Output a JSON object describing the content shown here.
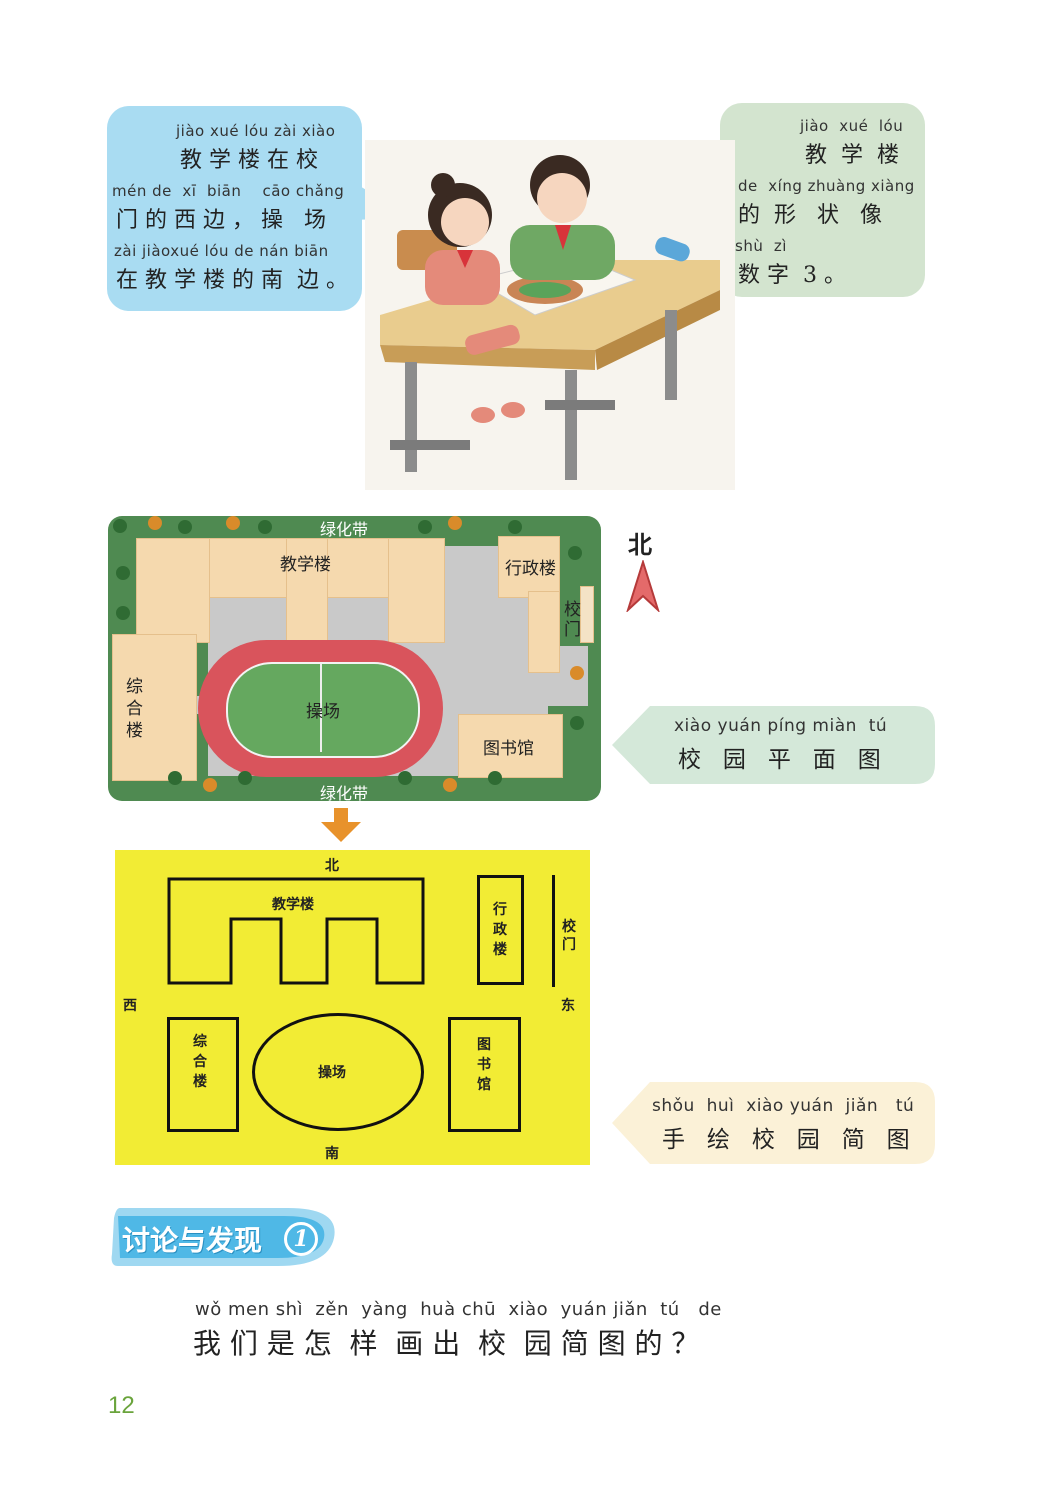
{
  "bubble_left": {
    "pinyin": [
      "jiào xué lóu zài xiào",
      "mén de  xī  biān    cāo chǎng",
      "zài jiàoxué lóu de nán biān"
    ],
    "text": [
      "教 学 楼 在 校",
      "门 的 西 边 ， 操   场",
      "在 教 学 楼 的 南  边 。"
    ]
  },
  "bubble_right": {
    "pinyin": [
      "jiào  xué  lóu",
      "de  xíng zhuàng xiàng",
      "shù  zì"
    ],
    "text": [
      "教  学  楼",
      "的  形   状   像",
      "数 字  3 。"
    ]
  },
  "map": {
    "green_top": "绿化带",
    "green_bottom": "绿化带",
    "teaching": "教学楼",
    "admin": "行政楼",
    "gate": "校\n门",
    "complex": "综\n合\n楼",
    "field": "操场",
    "library": "图书馆",
    "north": "北"
  },
  "label_plan": {
    "pinyin": "xiào yuán píng miàn  tú",
    "text": "校   园   平   面   图"
  },
  "sketch": {
    "north": "北",
    "south": "南",
    "west": "西",
    "east": "东",
    "teaching": "教学楼",
    "admin": "行\n政\n楼",
    "gate": "校\n门",
    "complex": "综\n合\n楼",
    "field": "操场",
    "library": "图\n书\n馆"
  },
  "label_sketch": {
    "pinyin": "shǒu  huì  xiào yuán  jiǎn   tú",
    "text": "手   绘   校   园   简   图"
  },
  "section_title": "讨论与发现",
  "section_number": "1",
  "question": {
    "pinyin": "wǒ men shì  zěn  yàng  huà chū  xiào  yuán jiǎn  tú   de",
    "text": "我 们 是 怎  样  画 出  校  园 简 图 的 ？"
  },
  "page_number": "12",
  "colors": {
    "page_number": "#6aa43c",
    "section_bg": "#4fb8e6",
    "arrow": "#e8922b"
  }
}
